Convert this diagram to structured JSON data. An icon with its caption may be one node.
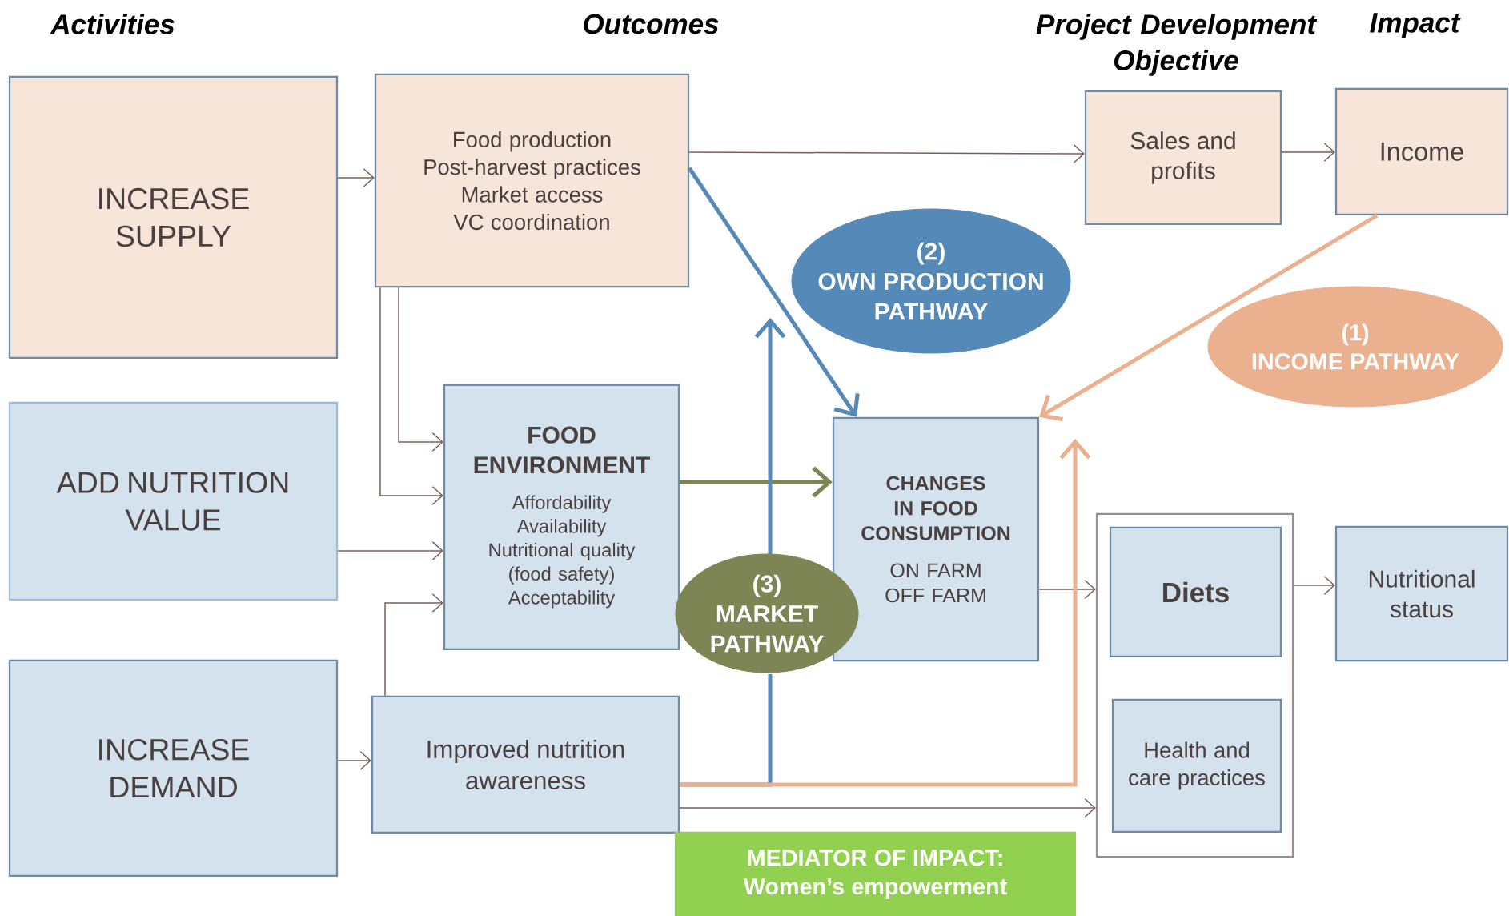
{
  "diagram": {
    "nodes": [
      {
        "text": [
          "INCREASE SUPPLY"
        ]
      },
      {
        "text": [
          "Food production",
          "Post-harvest practices",
          "Market access",
          "VC coordination"
        ]
      },
      {
        "text": [
          "Sales and profits"
        ]
      },
      {
        "text": [
          "Income"
        ]
      },
      {
        "text": [
          "(2)",
          "OWN PRODUCTION PATHWAY"
        ]
      },
      {
        "text": [
          "(1)",
          "INCOME PATHWAY"
        ]
      },
      {
        "text": [
          "ADD NUTRITION VALUE"
        ]
      },
      {
        "text": [
          "FOOD ENVIRONMENT",
          "Affordability",
          "Availability",
          "Nutritional quality (food safety)",
          "Acceptability"
        ]
      },
      {
        "text": [
          "CHANGES IN FOOD CONSUMPTION",
          "ON FARM",
          "OFF FARM"
        ]
      },
      {
        "text": [
          "(3)",
          "MARKET PATHWAY"
        ]
      },
      {
        "text": [],
        "shape": "box"
      },
      {
        "text": [
          "Diets"
        ],
        "in": 10
      },
      {
        "text": [
          "Health and care practices"
        ],
        "in": 10
      },
      {
        "text": [
          "Nutritional status"
        ]
      },
      {
        "text": [
          "INCREASE DEMAND"
        ]
      },
      {
        "text": [
          "Improved nutrition awareness"
        ]
      },
      {
        "text": [
          "MEDIATOR OF IMPACT:",
          "Women’s empowerment"
        ]
      }
    ],
    "edges": [
      {
        "from": 0,
        "to": 1,
        "arrow": "to"
      },
      {
        "from": 1,
        "to": 2,
        "arrow": "to"
      },
      {
        "from": 2,
        "to": 3,
        "arrow": "to"
      },
      {
        "from": 1,
        "to": 8,
        "arrow": "to",
        "style": "thick",
        "color": "#5589b8"
      },
      {
        "from": 3,
        "to": 8,
        "arrow": "to",
        "style": "thick",
        "color": "#ebb08e"
      },
      {
        "from": 1,
        "to": 7,
        "arrow": "to"
      },
      {
        "from": 1,
        "to": 7,
        "arrow": "to"
      },
      {
        "from": 6,
        "to": 7,
        "arrow": "to"
      },
      {
        "from": 15,
        "to": 7,
        "arrow": "to"
      },
      {
        "from": 7,
        "to": 8,
        "arrow": "to",
        "style": "thick",
        "color": "#7e8555"
      },
      {
        "from": 14,
        "to": 15,
        "arrow": "to"
      },
      {
        "from": 8,
        "to": 10,
        "arrow": "to"
      },
      {
        "from": 10,
        "to": 13,
        "arrow": "to"
      },
      {
        "from": 15,
        "to": 10,
        "arrow": "to"
      },
      {
        "from": 15,
        "to": null,
        "arrow": "to",
        "style": "thick",
        "color": "#5589b8"
      },
      {
        "from": 15,
        "to": null,
        "arrow": "to",
        "style": "thick",
        "color": "#ebb08e"
      }
    ],
    "labels": [
      "Activities",
      "Outcomes",
      "Project Development Objective",
      "Impact"
    ]
  }
}
